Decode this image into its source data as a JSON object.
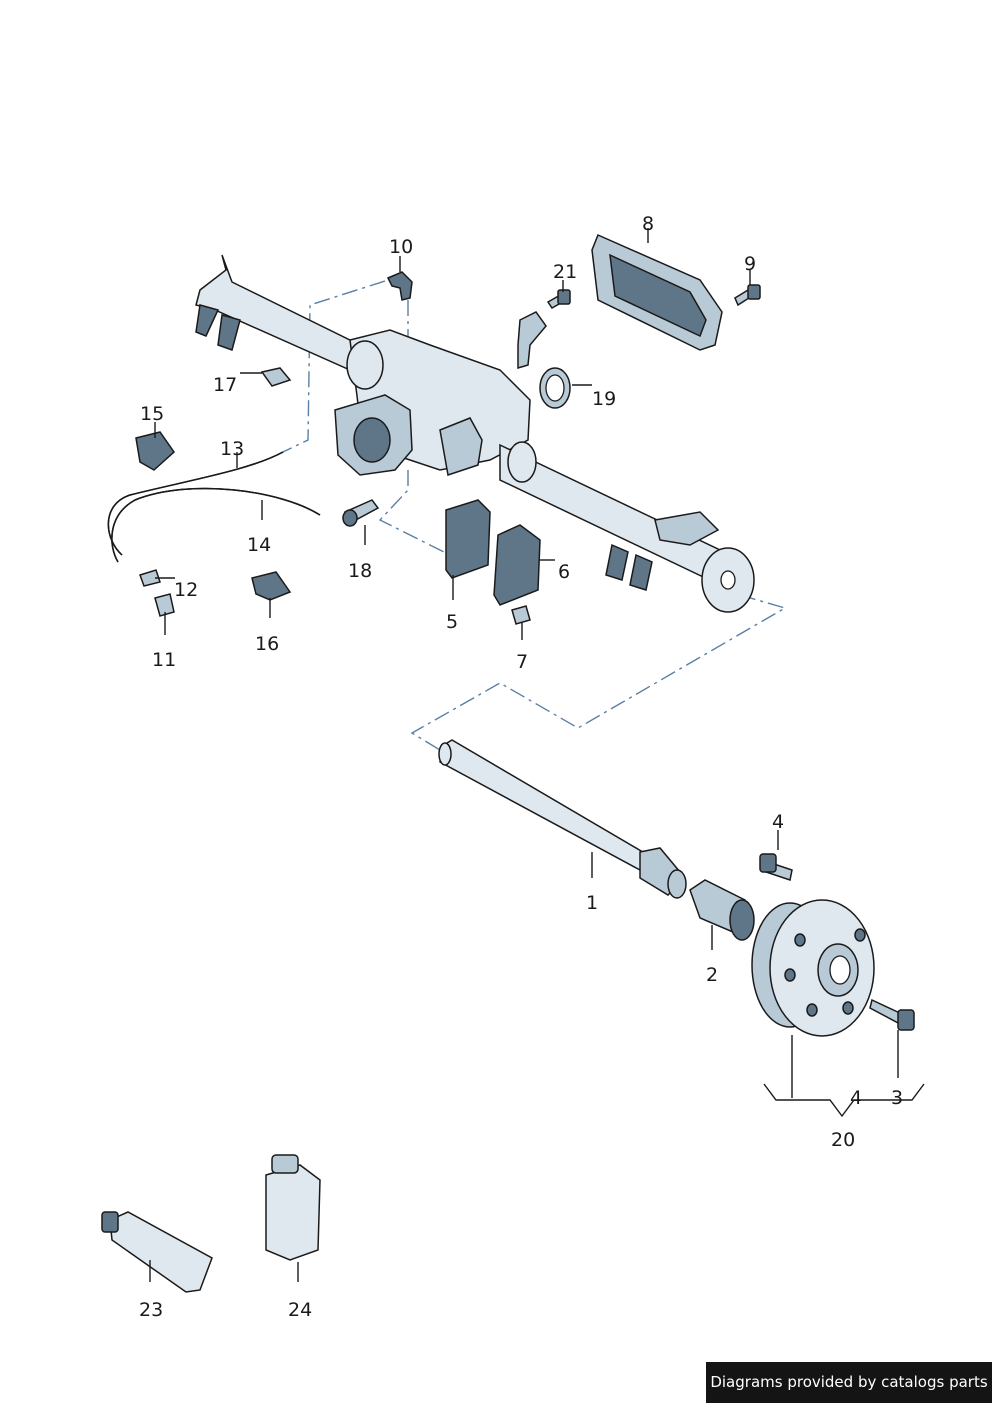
{
  "credit": "Diagrams provided by catalogs parts",
  "callouts": {
    "c1": "1",
    "c2": "2",
    "c3": "3",
    "c4a": "4",
    "c4b": "4",
    "c5": "5",
    "c6": "6",
    "c7": "7",
    "c8": "8",
    "c9": "9",
    "c10": "10",
    "c11": "11",
    "c12": "12",
    "c13": "13",
    "c14": "14",
    "c15": "15",
    "c16": "16",
    "c17": "17",
    "c18": "18",
    "c19": "19",
    "c20": "20",
    "c21": "21",
    "c23": "23",
    "c24": "24"
  },
  "colors": {
    "part_light": "#dfe8ef",
    "part_mid": "#b9cad7",
    "part_dark": "#5f7689",
    "dash_line": "#5a7fa3"
  }
}
